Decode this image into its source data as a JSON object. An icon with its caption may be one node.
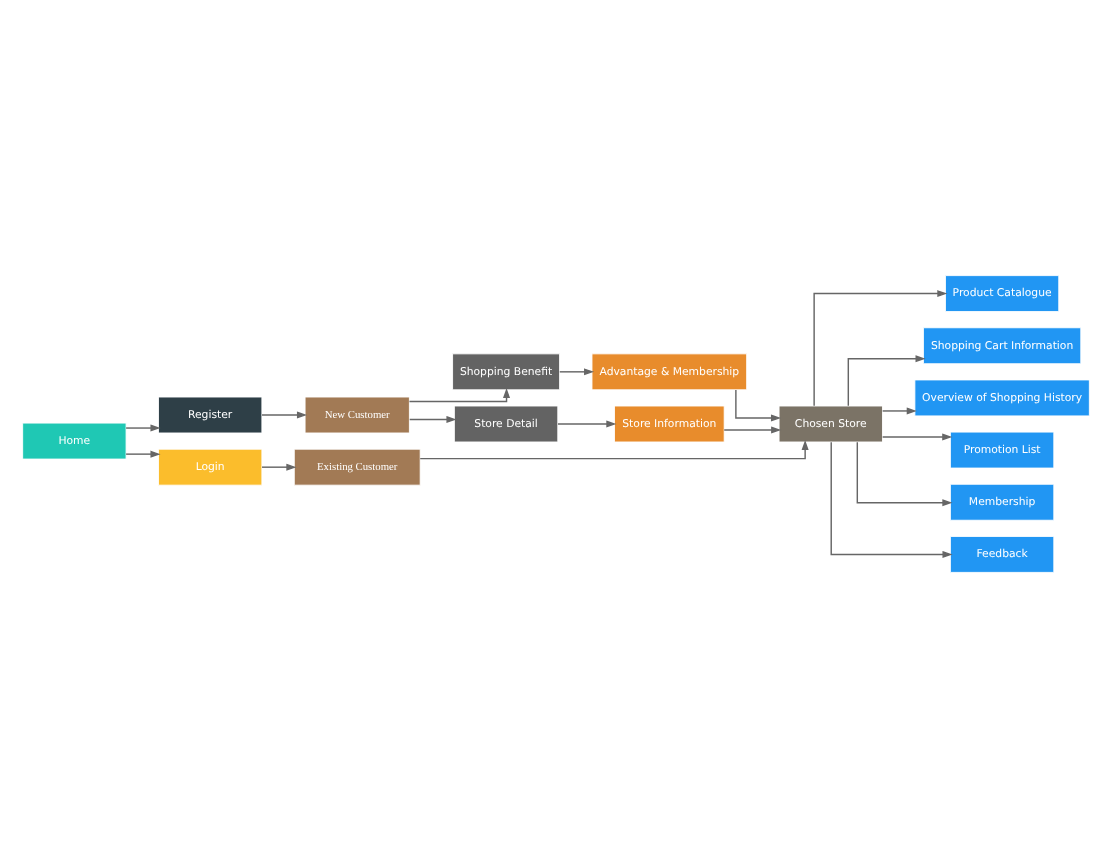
{
  "diagram": {
    "nodes": [
      {
        "text": [
          "Home"
        ]
      },
      {
        "text": [
          "Register"
        ]
      },
      {
        "text": [
          "Login"
        ]
      },
      {
        "text": [
          "Existing Customer"
        ]
      },
      {
        "text": [
          "Chosen Store"
        ]
      },
      {
        "text": [
          "Product Catalogue"
        ]
      },
      {
        "text": [
          "Shopping Cart Information"
        ]
      },
      {
        "text": [
          "Overview of Shopping History"
        ]
      },
      {
        "text": [
          "Promotion List"
        ]
      },
      {
        "text": [
          "Membership"
        ]
      },
      {
        "text": [
          "Feedback"
        ]
      },
      {
        "text": [
          "New Customer"
        ]
      },
      {
        "text": [
          "Shopping Benefit"
        ]
      },
      {
        "text": [
          "Advantage & Membership"
        ]
      },
      {
        "text": [
          "Store Detail"
        ]
      },
      {
        "text": [
          "Store Information"
        ]
      }
    ],
    "edges": [
      {
        "from": 0,
        "to": 1,
        "arrow": "to"
      },
      {
        "from": 0,
        "to": 2,
        "arrow": "to"
      },
      {
        "from": 2,
        "to": 3,
        "arrow": "to"
      },
      {
        "from": 3,
        "to": 4,
        "arrow": "to"
      },
      {
        "from": 4,
        "to": 5,
        "arrow": "to"
      },
      {
        "from": 4,
        "to": 6,
        "arrow": "to"
      },
      {
        "from": 4,
        "to": 7,
        "arrow": "to"
      },
      {
        "from": 4,
        "to": 8,
        "arrow": "to"
      },
      {
        "from": 4,
        "to": 9,
        "arrow": "to"
      },
      {
        "from": 4,
        "to": 10,
        "arrow": "to"
      },
      {
        "from": 1,
        "to": 11,
        "arrow": "to"
      },
      {
        "from": 11,
        "to": 12,
        "arrow": "to"
      },
      {
        "from": 11,
        "to": 14,
        "arrow": "to"
      },
      {
        "from": 12,
        "to": 13,
        "arrow": "to"
      },
      {
        "from": 14,
        "to": 15,
        "arrow": "to"
      },
      {
        "from": 13,
        "to": 4,
        "arrow": "to"
      },
      {
        "from": 15,
        "to": 4,
        "arrow": "to"
      }
    ]
  }
}
